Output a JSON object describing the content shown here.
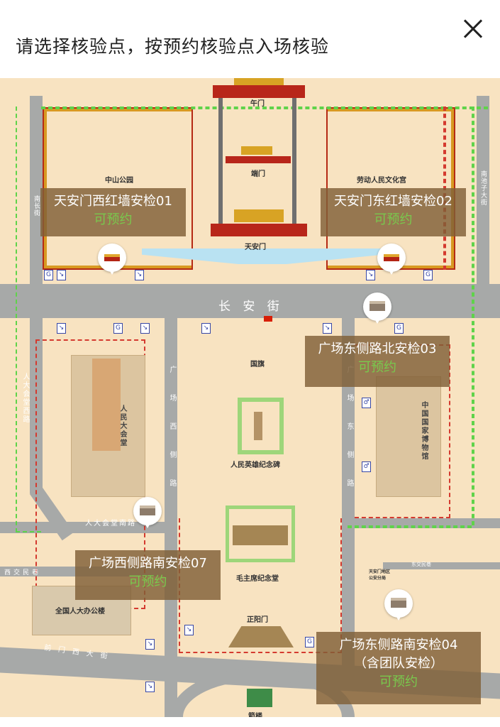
{
  "header": {
    "title": "请选择核验点，按预约核验点入场核验",
    "close_label": "close"
  },
  "map": {
    "street_changan": "长 安 街",
    "places": {
      "wumen": "午门",
      "duanmen": "端门",
      "tiananmen": "天安门",
      "zhongshan_park": "中山公园",
      "workers_palace": "劳动人民文化宫",
      "flag": "国旗",
      "great_hall": "人民大会堂",
      "monument": "人民英雄纪念碑",
      "museum": "中国国家博物馆",
      "mausoleum": "毛主席纪念堂",
      "zhengyangmen": "正阳门",
      "npc_office": "全国人大办公楼",
      "police": "天安门地区公安分局",
      "jianlou": "箭楼"
    },
    "roads": {
      "nanchang": "南长街",
      "nanchizi": "南池子大街",
      "great_hall_west": "人大会堂西路",
      "square_west": "广场西侧路",
      "square_east": "广场东侧路",
      "great_hall_south": "人大会堂南路",
      "xijiaominxiang": "西交民巷",
      "dongjiaominxiang": "东交民巷",
      "qianmen_west": "前门西大街"
    },
    "checkpoints": [
      {
        "name": "天安门西红墙安检01",
        "status": "可预约"
      },
      {
        "name": "天安门东红墙安检02",
        "status": "可预约"
      },
      {
        "name": "广场东侧路北安检03",
        "status": "可预约"
      },
      {
        "name": "广场东侧路南安检04",
        "note": "（含团队安检）",
        "status": "可预约"
      },
      {
        "name": "广场西侧路南安检07",
        "status": "可预约"
      }
    ],
    "colors": {
      "available": "#79c94d",
      "route_red": "#d43a2f",
      "route_green": "#5fd34a"
    }
  }
}
